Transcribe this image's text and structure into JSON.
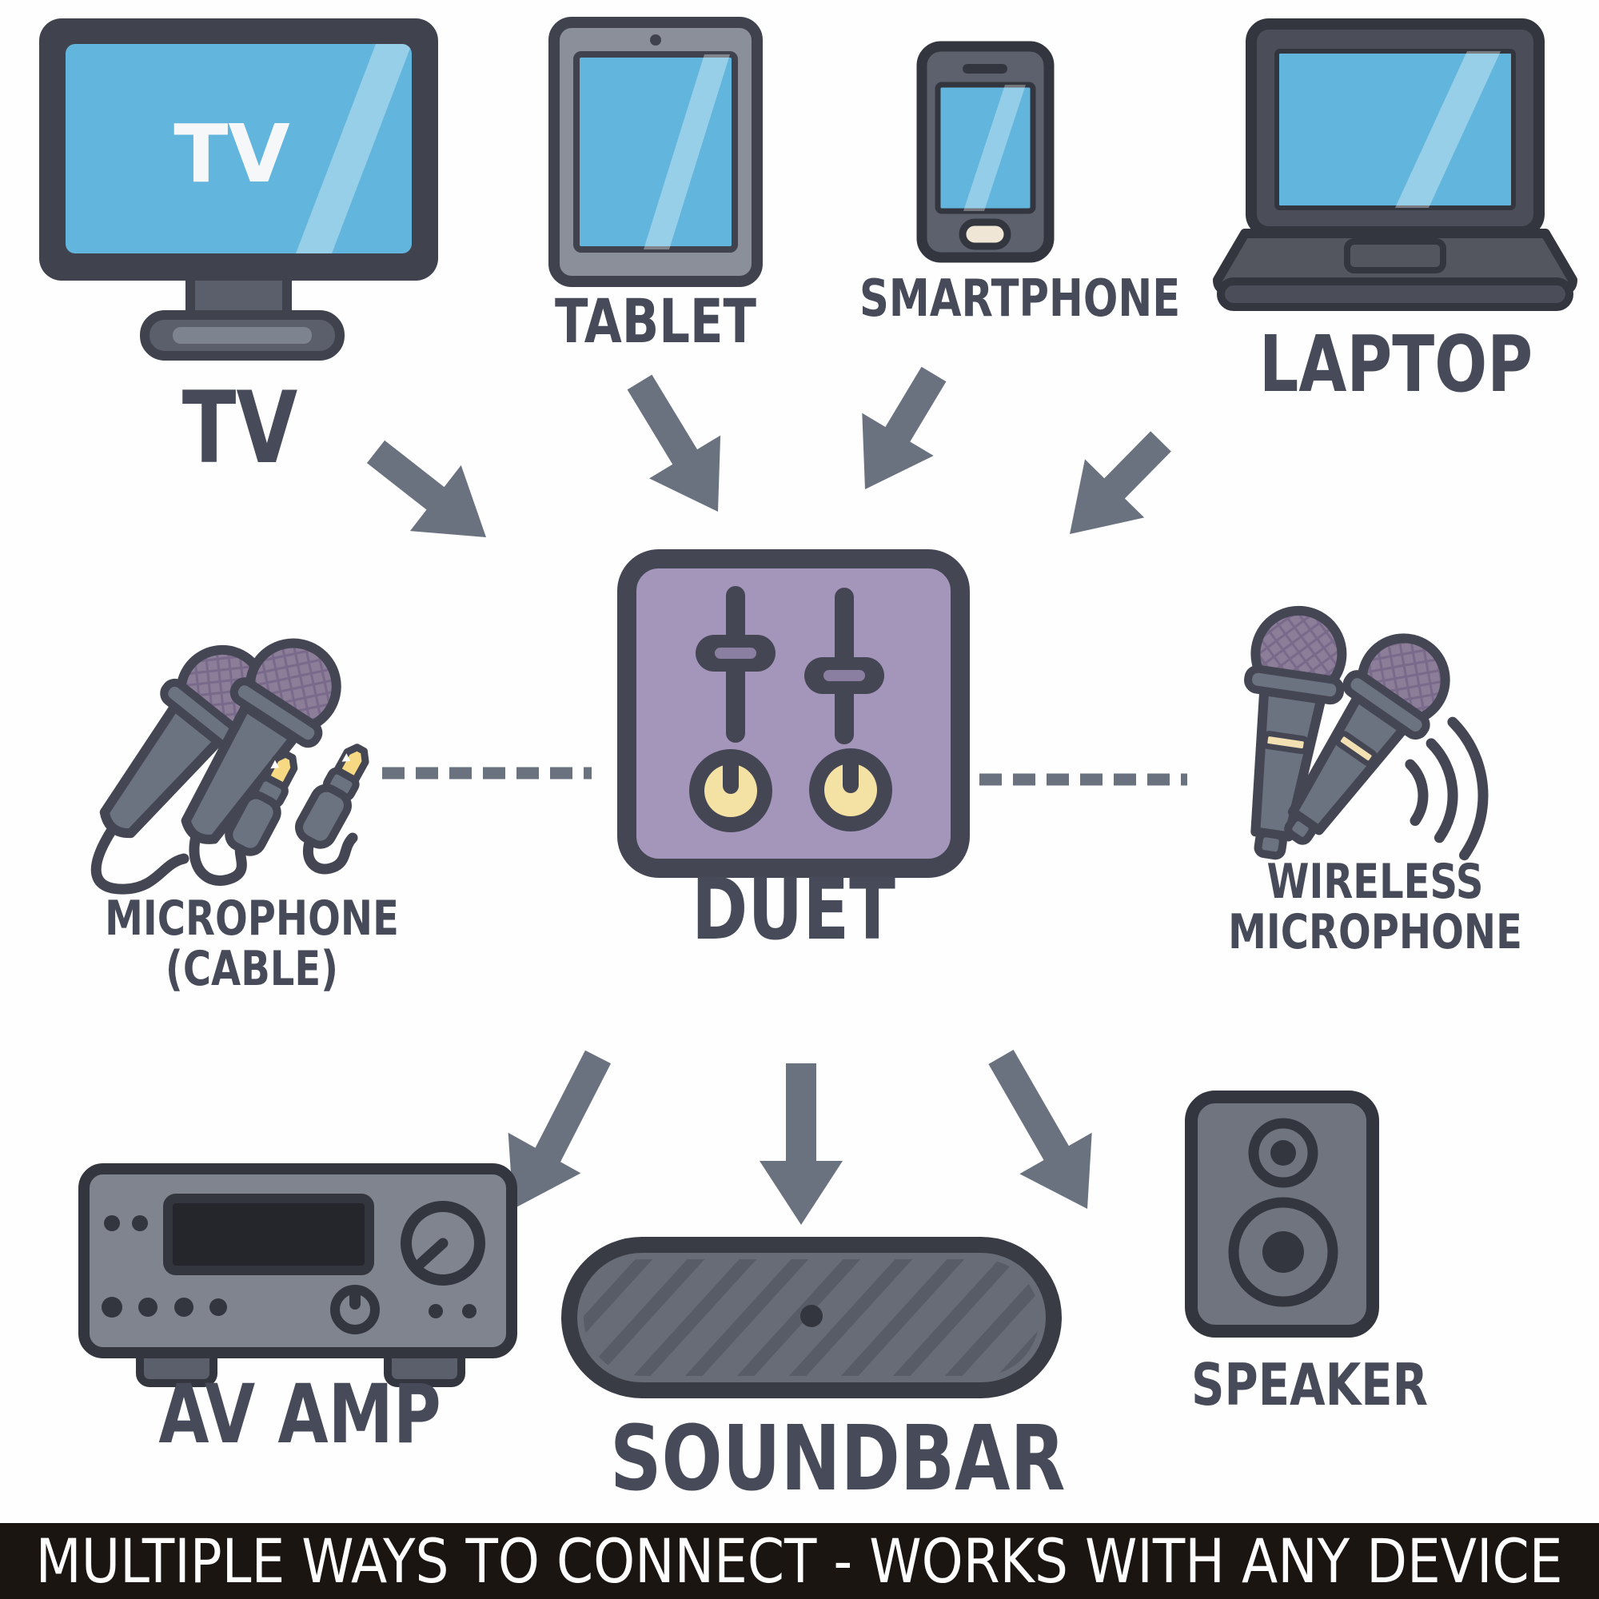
{
  "banner": {
    "text": "MULTIPLE WAYS TO CONNECT - WORKS WITH ANY DEVICE",
    "bg": "#1b1512",
    "fg": "#ffffff"
  },
  "hub": {
    "label": "DUET",
    "fill": "#a495bb"
  },
  "devices": {
    "tv": {
      "label": "TV",
      "screen_text": "TV",
      "icon": "tv-icon"
    },
    "tablet": {
      "label": "TABLET",
      "icon": "tablet-icon"
    },
    "smartphone": {
      "label": "SMARTPHONE",
      "icon": "smartphone-icon"
    },
    "laptop": {
      "label": "LAPTOP",
      "icon": "laptop-icon"
    },
    "microphone_cable": {
      "label_line1": "MICROPHONE",
      "label_line2": "(CABLE)",
      "icon": "wired-microphones-icon"
    },
    "wireless_microphone": {
      "label_line1": "WIRELESS",
      "label_line2": "MICROPHONE",
      "icon": "wireless-microphones-icon"
    },
    "av_amp": {
      "label": "AV AMP",
      "icon": "av-receiver-icon"
    },
    "soundbar": {
      "label": "SOUNDBAR",
      "icon": "soundbar-icon"
    },
    "speaker": {
      "label": "SPEAKER",
      "icon": "speaker-icon"
    }
  },
  "colors": {
    "outline_dark": "#424450",
    "outline_darker": "#34363f",
    "device_gray": "#6b7280",
    "body_gray_light": "#80848e",
    "screen_blue": "#62b5dc",
    "accent_purple": "#a495bb",
    "knob_cream": "#f4e1a4",
    "mic_head_purple": "#8c7d99",
    "arrow_gray": "#6a7280",
    "label_text": "#474b59",
    "plug_yellow": "#f7d984"
  }
}
